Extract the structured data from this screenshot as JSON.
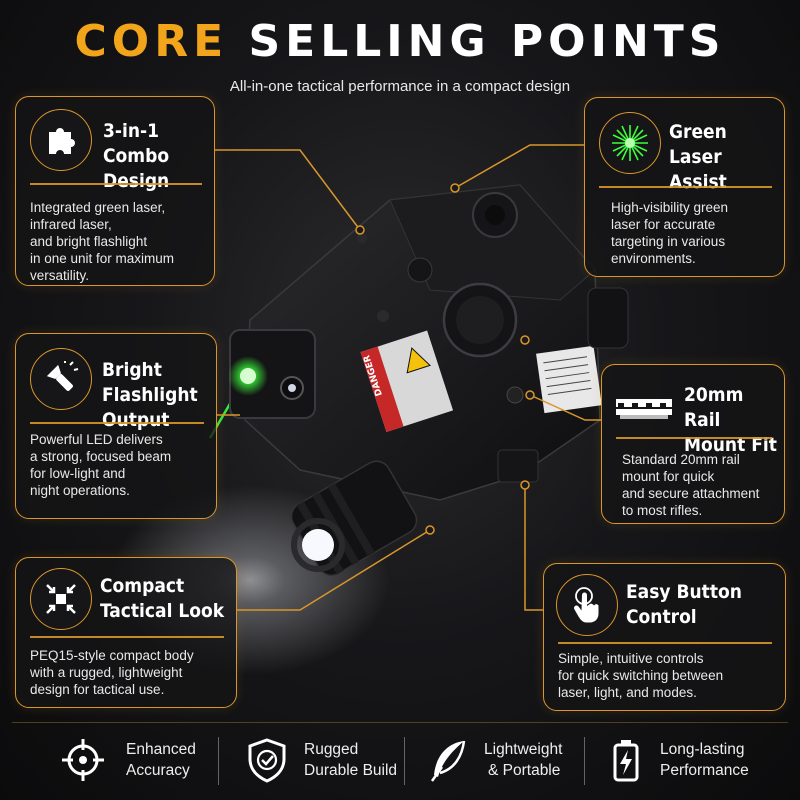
{
  "header": {
    "title_accent": "CORE",
    "title_rest": "SELLING POINTS",
    "subtitle": "All-in-one tactical performance in a compact design"
  },
  "device": {
    "label_danger": "DANGER"
  },
  "cards": {
    "combo": {
      "icon": "puzzle-piece-icon",
      "title_line1": "3-in-1",
      "title_line2": "Combo Design",
      "body": [
        "Integrated green laser,",
        "infrared laser,",
        "and bright flashlight",
        "in one unit for maximum",
        "versatility."
      ]
    },
    "flash": {
      "icon": "flashlight-icon",
      "title_line1": "Bright",
      "title_line2": "Flashlight Output",
      "body": [
        "Powerful LED delivers",
        "a strong, focused beam",
        "for low-light and",
        "night operations."
      ]
    },
    "compact": {
      "icon": "compress-arrows-icon",
      "title_line1": "Compact",
      "title_line2": "Tactical Look",
      "body": [
        "PEQ15-style compact body",
        "with a rugged, lightweight",
        "design for tactical use."
      ]
    },
    "green": {
      "icon": "laser-burst-icon",
      "title_line1": "Green",
      "title_line2": "Laser Assist",
      "body": [
        "High-visibility green",
        "laser for accurate",
        "targeting in various",
        "environments."
      ]
    },
    "rail": {
      "icon": "rail-mount-icon",
      "title_line1": "20mm",
      "title_line2": "Rail Mount Fit",
      "body": [
        "Standard 20mm rail",
        "mount for quick",
        "and secure attachment",
        "to most rifles."
      ]
    },
    "button": {
      "icon": "touch-hand-icon",
      "title_line1": "Easy Button",
      "title_line2": "Control",
      "body": [
        "Simple, intuitive controls",
        "for quick switching between",
        "laser, light, and modes."
      ]
    }
  },
  "features": [
    {
      "icon": "crosshair-icon",
      "line1": "Enhanced",
      "line2": "Accuracy"
    },
    {
      "icon": "shield-check-icon",
      "line1": "Rugged",
      "line2": "Durable Build"
    },
    {
      "icon": "feather-icon",
      "line1": "Lightweight",
      "line2": "& Portable"
    },
    {
      "icon": "battery-bolt-icon",
      "line1": "Long-lasting",
      "line2": "Performance"
    }
  ],
  "colors": {
    "accent": "#f2a51a",
    "card_border": "#d9962a",
    "laser_green": "#3cff3c"
  }
}
